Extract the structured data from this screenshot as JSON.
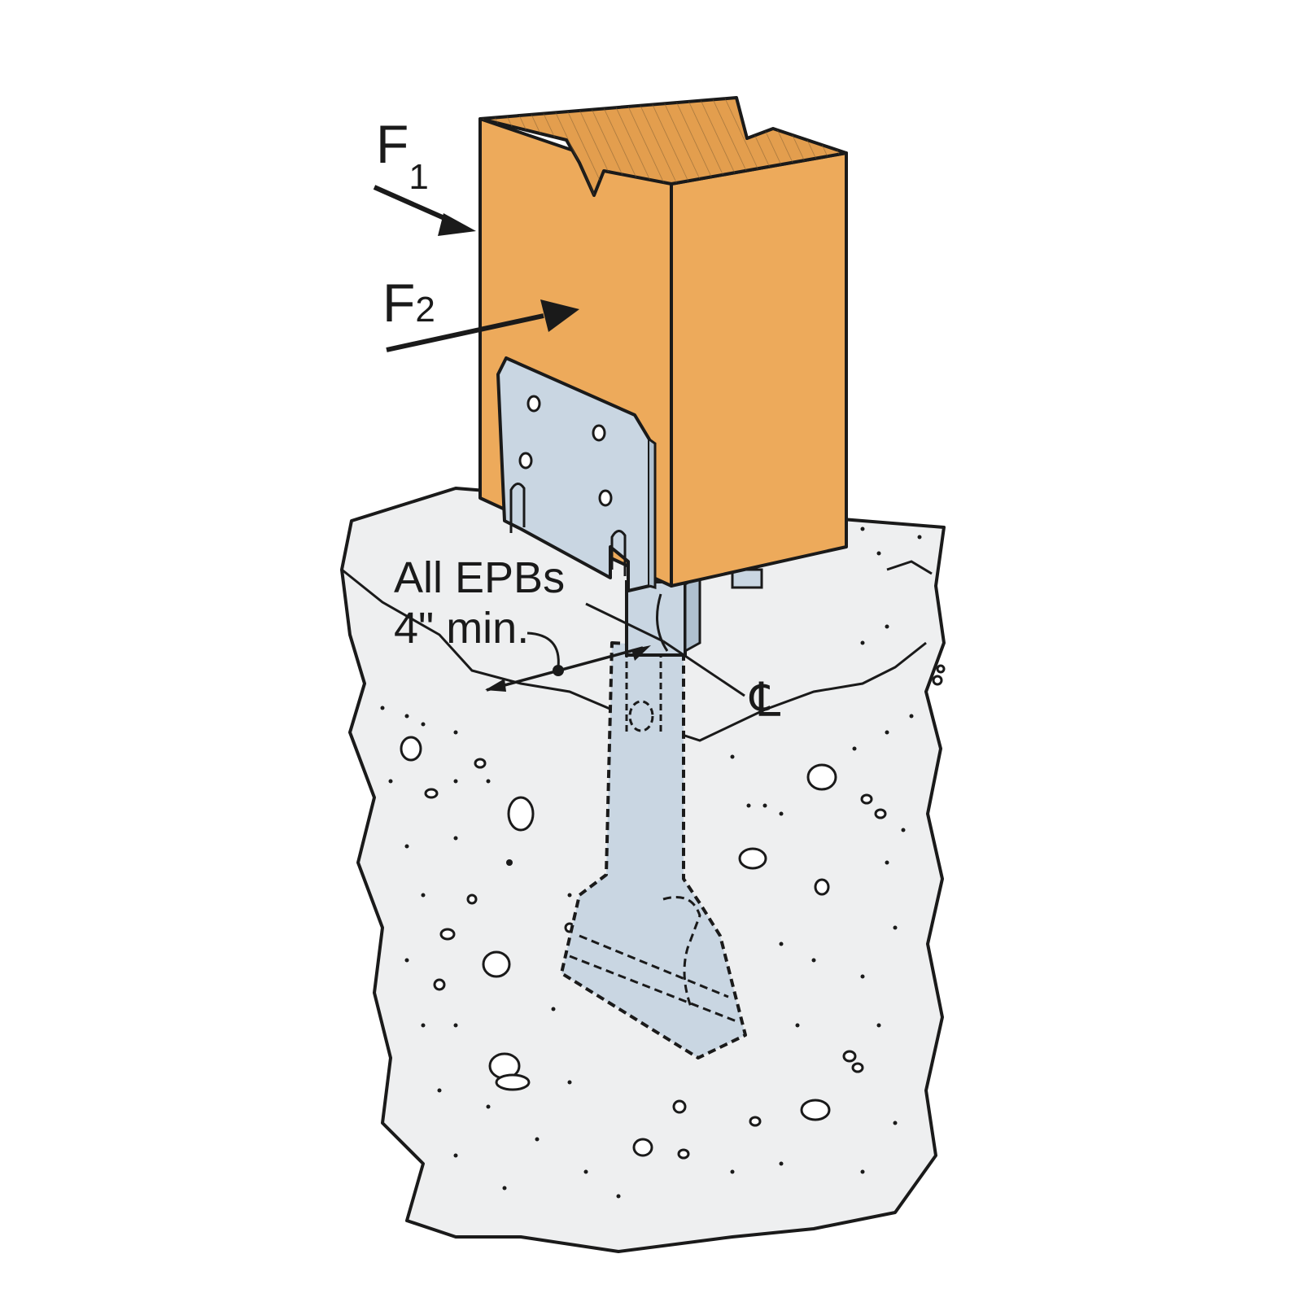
{
  "diagram": {
    "force_1": {
      "letter": "F",
      "subscript": "1"
    },
    "force_2": {
      "letter": "F",
      "subscript": "2"
    },
    "embedment_note": {
      "line1": "All EPBs",
      "line2": "4\" min."
    },
    "centerline_symbol": "℄",
    "colors": {
      "wood": "#EDAA5B",
      "wood_top": "#E39E4E",
      "metal": "#C9D6E2",
      "concrete": "#EEEFF0",
      "line": "#1a1a1a"
    }
  }
}
